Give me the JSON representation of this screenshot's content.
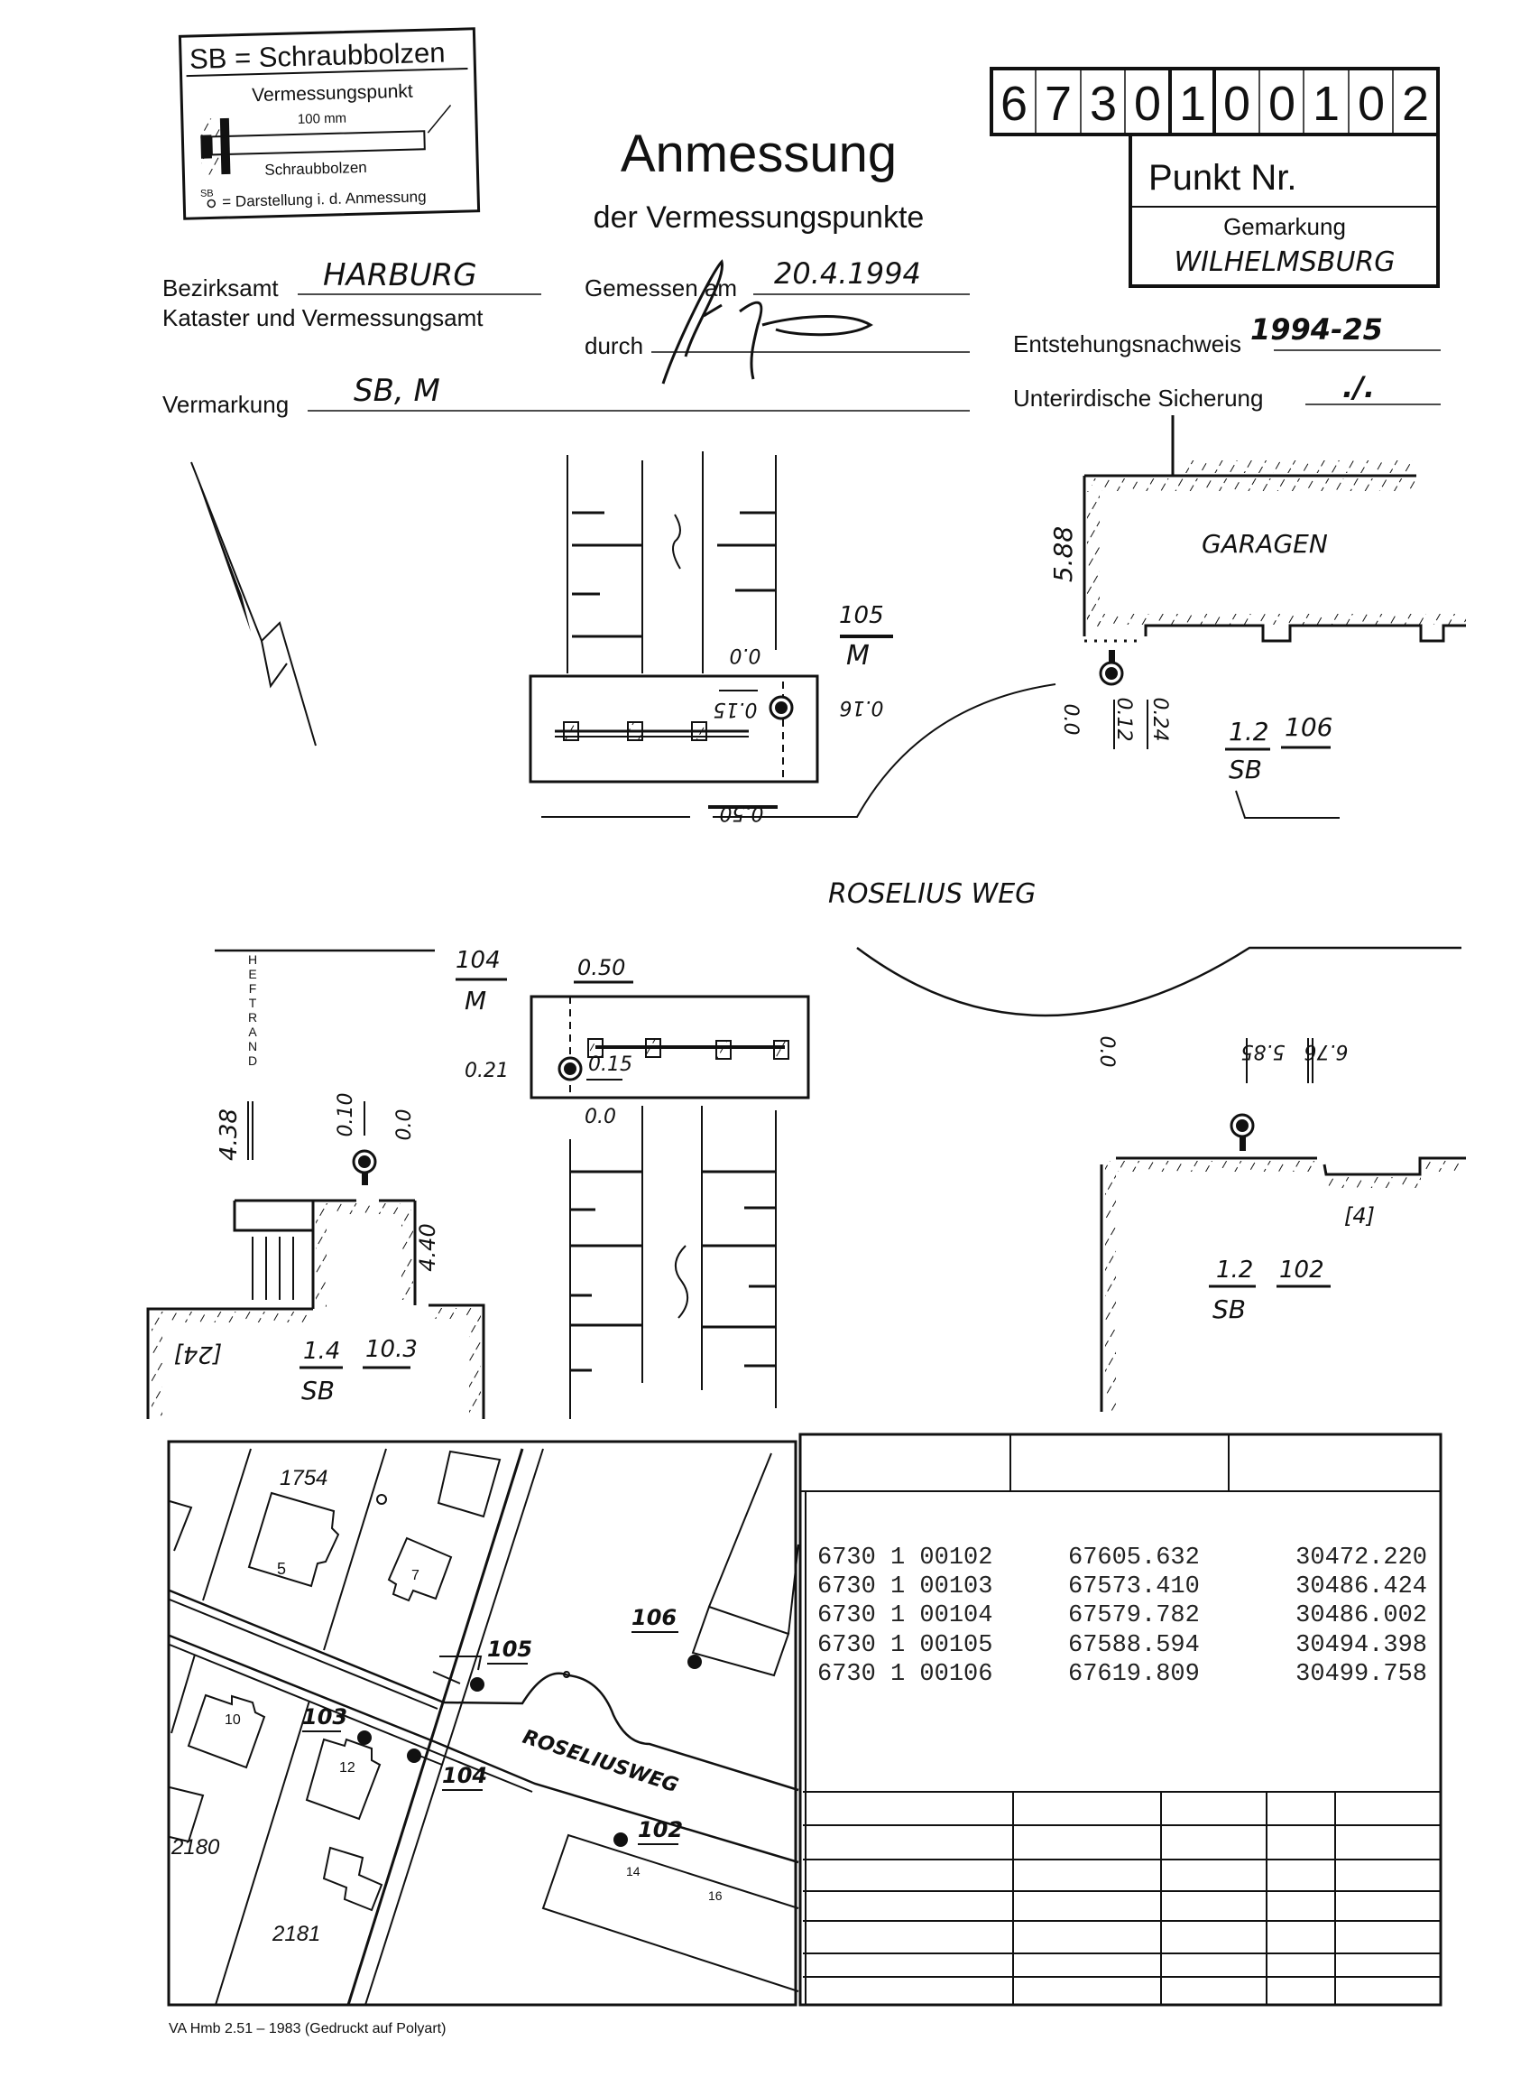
{
  "legend": {
    "title": "SB = Schraubbolzen",
    "point": "Vermessungspunkt",
    "length": "100 mm",
    "bolt": "Schraubbolzen",
    "sb_symbol": "SB",
    "explanation": "= Darstellung i. d. Anmessung"
  },
  "header": {
    "title": "Anmessung",
    "subtitle": "der Vermessungspunkte"
  },
  "punkt": {
    "digits": [
      "6",
      "7",
      "3",
      "0",
      "1",
      "0",
      "0",
      "1",
      "0",
      "2"
    ],
    "label": "Punkt Nr.",
    "gemarkung_label": "Gemarkung",
    "gemarkung": "WILHELMSBURG"
  },
  "form": {
    "bezirksamt_label": "Bezirksamt",
    "bezirksamt": "HARBURG",
    "kataster": "Kataster und Vermessungsamt",
    "gemessen_label": "Gemessen am",
    "gemessen": "20.4.1994",
    "durch_label": "durch",
    "vermarkung_label": "Vermarkung",
    "vermarkung": "SB, M",
    "entstehung_label": "Entstehungsnachweis",
    "entstehung": "1994-25",
    "sicherung_label": "Unterirdische Sicherung",
    "sicherung": "./."
  },
  "sketch": {
    "p105_num": "105",
    "p105_type": "M",
    "p105_d1": "0.0",
    "p105_d2": "0.15",
    "p105_d3": "0.16",
    "p105_d4": "0.50",
    "garage_label": "GARAGEN",
    "garage_len": "5.88",
    "p106_d1": "0.0",
    "p106_d2": "0.12",
    "p106_d3": "0.24",
    "p106_height": "1.2",
    "p106_type": "SB",
    "p106_num": "106",
    "street": "ROSELIUS WEG",
    "heftrand": "HEFTRAND",
    "p104_num": "104",
    "p104_type": "M",
    "p104_d1": "0.50",
    "p104_d2": "0.21",
    "p104_d3": "0.15",
    "p104_d4": "0.0",
    "p103_d1": "4.38",
    "p103_d2": "0.10",
    "p103_d3": "0.0",
    "p103_d4": "4.40",
    "p103_house": "[24]",
    "p103_height": "1.4",
    "p103_type": "SB",
    "p103_num": "10.3",
    "p102_d1": "0.0",
    "p102_d2": "5.85",
    "p102_d3": "6.76",
    "p102_house": "[4]",
    "p102_height": "1.2",
    "p102_type": "SB",
    "p102_num": "102"
  },
  "map": {
    "parcel_1754": "1754",
    "parcel_2180": "2180",
    "parcel_2181": "2181",
    "house_5": "5",
    "house_7": "7",
    "house_10": "10",
    "house_12": "12",
    "house_14": "14",
    "house_16": "16",
    "point_102": "102",
    "point_103": "103",
    "point_104": "104",
    "point_105": "105",
    "point_106": "106",
    "street": "ROSELIUSWEG"
  },
  "table": {
    "rows": [
      {
        "id": "6730 1 00102",
        "x": "67605.632",
        "y": "30472.220"
      },
      {
        "id": "6730 1 00103",
        "x": "67573.410",
        "y": "30486.424"
      },
      {
        "id": "6730 1 00104",
        "x": "67579.782",
        "y": "30486.002"
      },
      {
        "id": "6730 1 00105",
        "x": "67588.594",
        "y": "30494.398"
      },
      {
        "id": "6730 1 00106",
        "x": "67619.809",
        "y": "30499.758"
      }
    ]
  },
  "footer": "VA Hmb 2.51 – 1983 (Gedruckt auf Polyart)"
}
